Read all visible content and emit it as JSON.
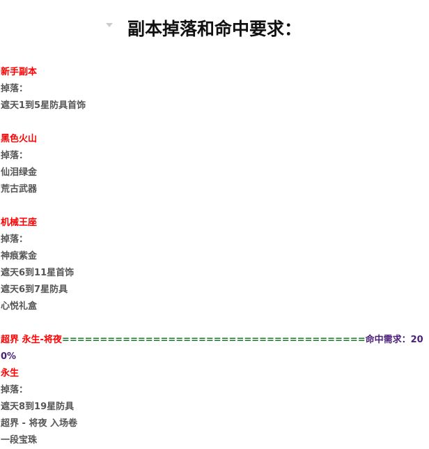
{
  "title": "副本掉落和命中要求：",
  "sections": [
    {
      "name": "新手副本",
      "drop_label": "掉落：",
      "items": [
        "遮天1到5星防具首饰"
      ]
    },
    {
      "name": "黑色火山",
      "drop_label": "掉落：",
      "items": [
        "仙泪绿金",
        "荒古武器"
      ]
    },
    {
      "name": "机械王座",
      "drop_label": "掉落：",
      "items": [
        "神痕紫金",
        "遮天6到11星首饰",
        "遮天6到7星防具",
        "心悦礼盒"
      ]
    }
  ],
  "chaojie": {
    "header": "超界 永生-将夜",
    "separator": "========================================",
    "hit_req": "命中需求：200%",
    "sub": {
      "name": "永生",
      "drop_label": "掉落：",
      "items": [
        "遮天8到19星防具",
        "超界 - 将夜 入场卷",
        "一段宝珠"
      ]
    }
  },
  "colors": {
    "red": "#ff0000",
    "green": "#1a7a2a",
    "purple": "#4b1f7a"
  }
}
